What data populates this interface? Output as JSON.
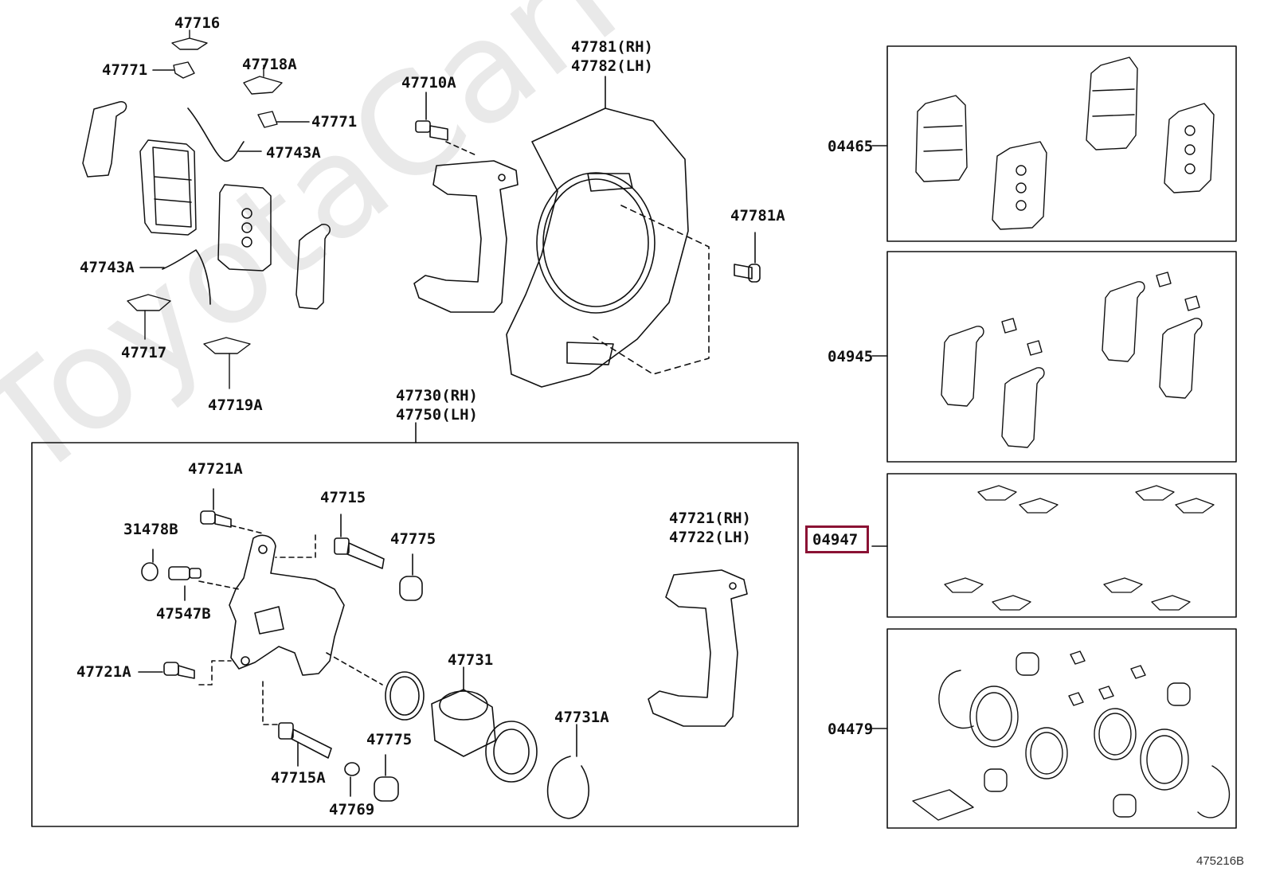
{
  "watermark": "ToyotaCarMiner.ru",
  "diagram_code": "475216B",
  "labels": {
    "p47716": "47716",
    "p47771a": "47771",
    "p47718A": "47718A",
    "p47771b": "47771",
    "p47743Aa": "47743A",
    "p47743Ab": "47743A",
    "p47717": "47717",
    "p47719A": "47719A",
    "p47710A": "47710A",
    "p47781rh": "47781(RH)",
    "p47782lh": "47782(LH)",
    "p47781A": "47781A",
    "p47730rh": "47730(RH)",
    "p47750lh": "47750(LH)",
    "p47721Aa": "47721A",
    "p47715": "47715",
    "p31478B": "31478B",
    "p47775a": "47775",
    "p47547B": "47547B",
    "p47721Ab": "47721A",
    "p47731": "47731",
    "p47731A": "47731A",
    "p47775b": "47775",
    "p47715A": "47715A",
    "p47769": "47769",
    "p47721rh": "47721(RH)",
    "p47722lh": "47722(LH)",
    "k04465": "04465",
    "k04945": "04945",
    "k04947": "04947",
    "k04479": "04479"
  },
  "colors": {
    "highlight": "#8b1234",
    "line": "#111111",
    "watermark": "#e9e9e9"
  }
}
